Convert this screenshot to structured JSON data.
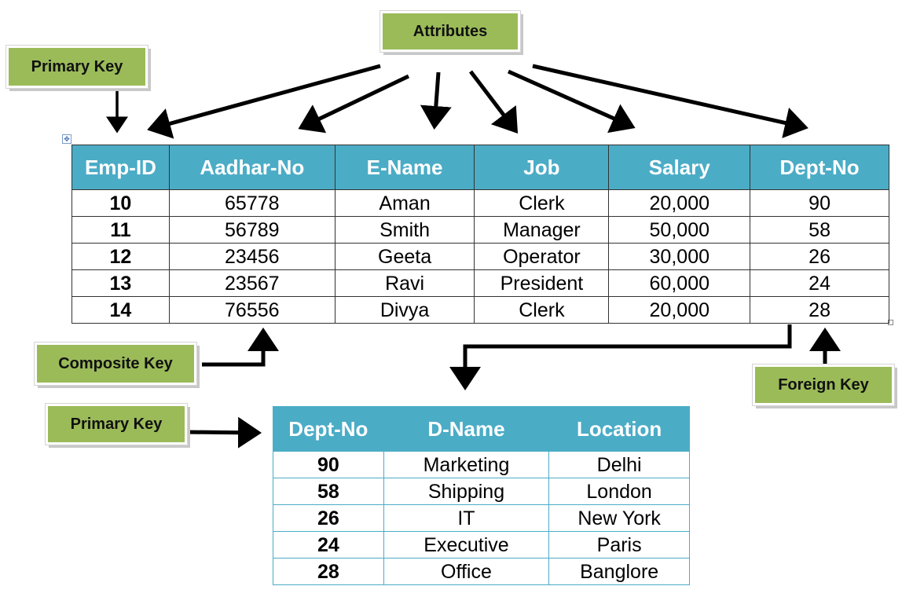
{
  "labels": {
    "attributes": "Attributes",
    "primary_key_top": "Primary Key",
    "composite_key": "Composite Key",
    "primary_key_bottom": "Primary Key",
    "foreign_key": "Foreign Key"
  },
  "employee_table": {
    "headers": [
      "Emp-ID",
      "Aadhar-No",
      "E-Name",
      "Job",
      "Salary",
      "Dept-No"
    ],
    "rows": [
      [
        "10",
        "65778",
        "Aman",
        "Clerk",
        "20,000",
        "90"
      ],
      [
        "11",
        "56789",
        "Smith",
        "Manager",
        "50,000",
        "58"
      ],
      [
        "12",
        "23456",
        "Geeta",
        "Operator",
        "30,000",
        "26"
      ],
      [
        "13",
        "23567",
        "Ravi",
        "President",
        "60,000",
        "24"
      ],
      [
        "14",
        "76556",
        "Divya",
        "Clerk",
        "20,000",
        "28"
      ]
    ]
  },
  "department_table": {
    "headers": [
      "Dept-No",
      "D-Name",
      "Location"
    ],
    "rows": [
      [
        "90",
        "Marketing",
        "Delhi"
      ],
      [
        "58",
        "Shipping",
        "London"
      ],
      [
        "26",
        "IT",
        "New York"
      ],
      [
        "24",
        "Executive",
        "Paris"
      ],
      [
        "28",
        "Office",
        "Banglore"
      ]
    ]
  },
  "colors": {
    "label_green": "#9bbb59",
    "header_blue": "#4bacc6"
  }
}
